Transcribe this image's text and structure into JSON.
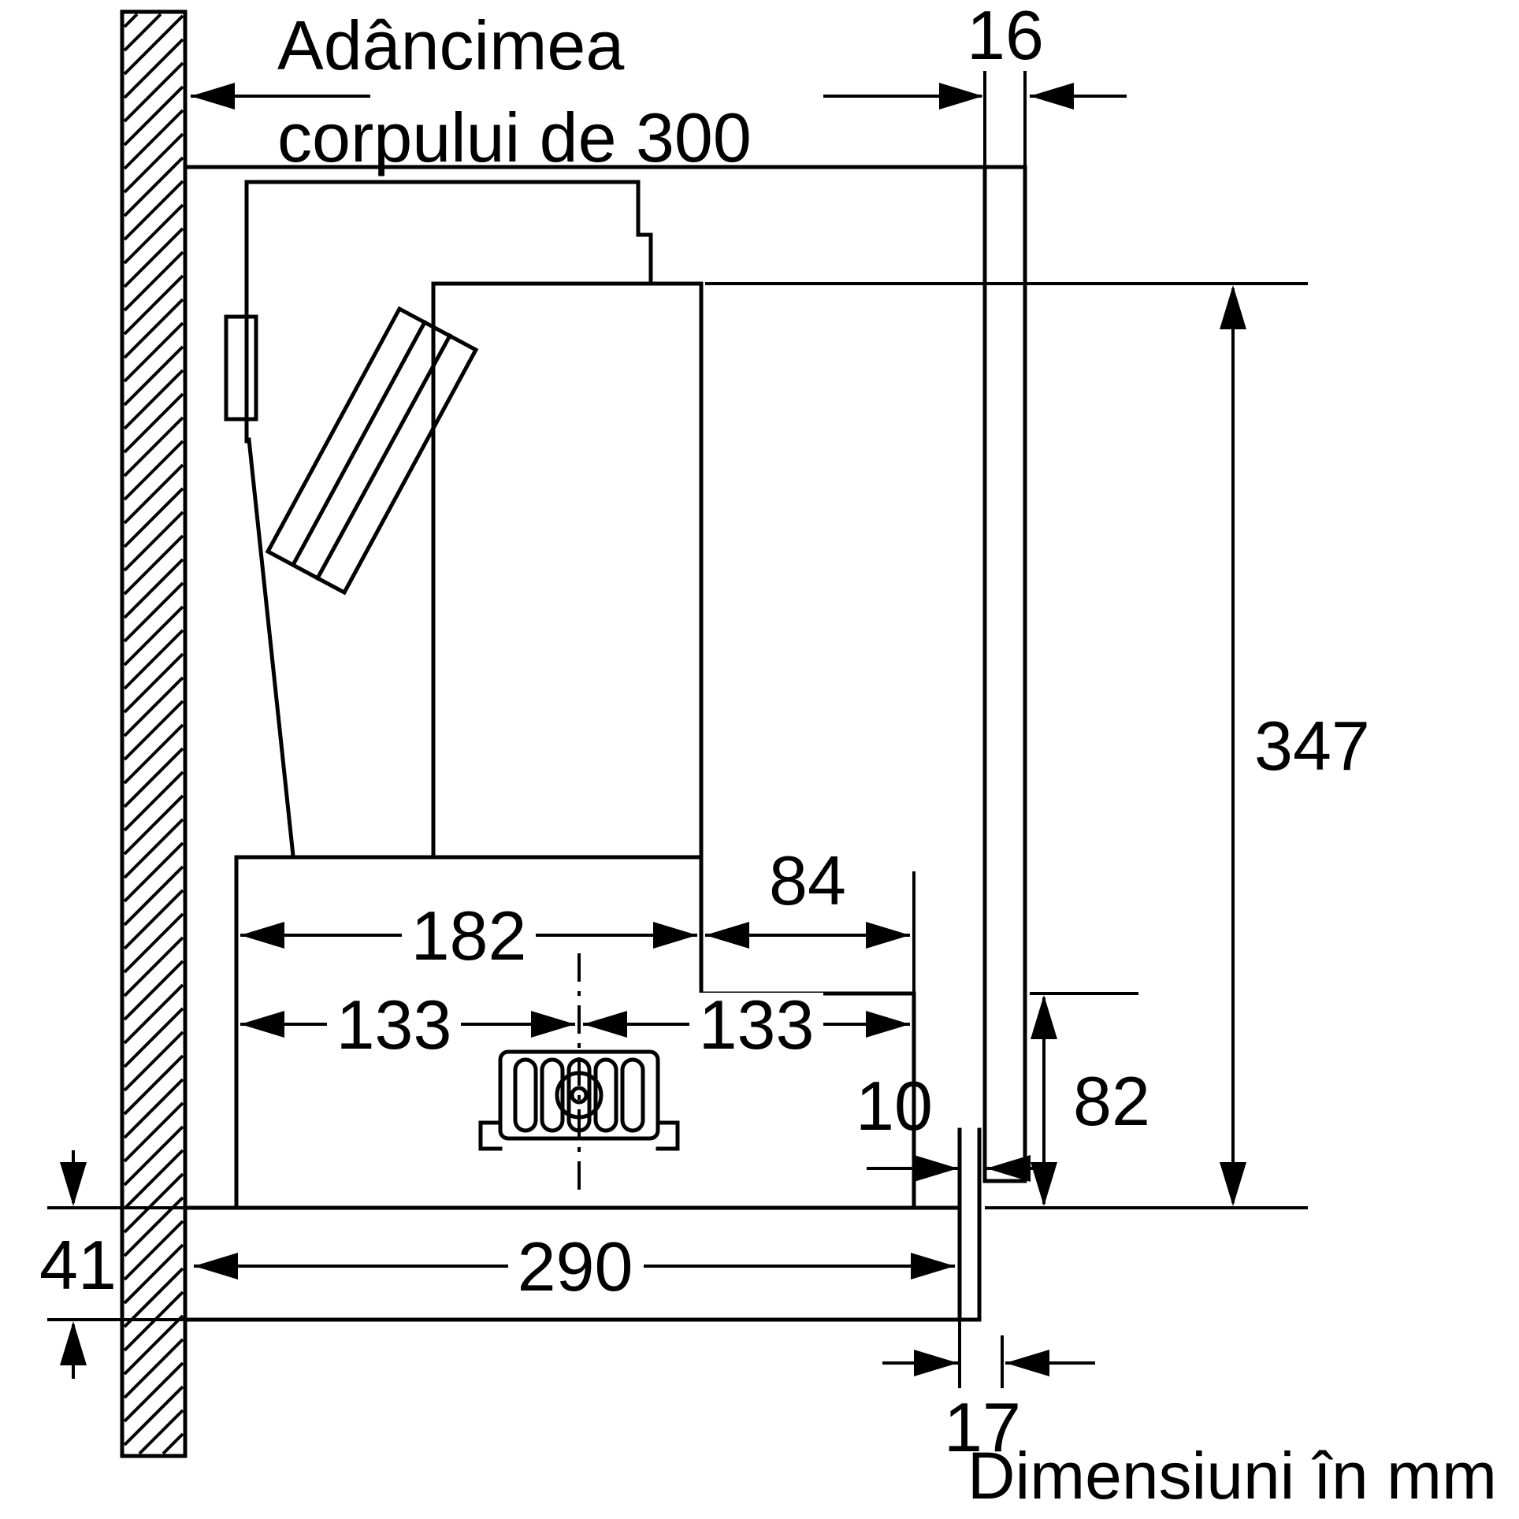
{
  "labels": {
    "depth_line1": "Adâncimea",
    "depth_line2": "corpului de 300"
  },
  "dimensions": {
    "front_panel_thickness": "16",
    "total_height": "347",
    "upper_rear_depth": "84",
    "upper_body_depth": "182",
    "duct_offset_left": "133",
    "duct_offset_right": "133",
    "lower_rear_height": "82",
    "front_gap": "10",
    "bottom_lip_height": "41",
    "bottom_depth": "290",
    "bottom_front_gap": "17"
  },
  "footer": {
    "units_note": "Dimensiuni în mm"
  }
}
